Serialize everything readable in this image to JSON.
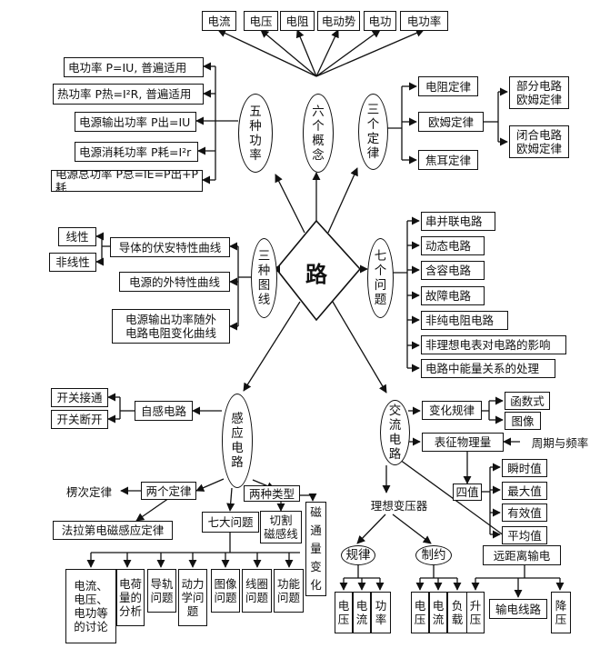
{
  "center": "路",
  "ovals": {
    "wuzhong": "五\n种\n功\n率",
    "liuge": "六\n个\n概\n念",
    "sange": "三\n个\n定\n律",
    "sanzhong": "三\n种\n图\n线",
    "qige": "七\n个\n问\n题",
    "ganying": "感\n应\n电\n路",
    "jiaoliu": "交\n流\n电\n路"
  },
  "concepts": [
    "电流",
    "电压",
    "电阻",
    "电动势",
    "电功",
    "电功率"
  ],
  "powers": [
    "电功率 P=IU, 普遍适用",
    "热功率 P热=I²R, 普遍适用",
    "电源输出功率 P出=IU",
    "电源消耗功率 P耗=I²r",
    "电源总功率 P总=IE=P出+P耗"
  ],
  "laws": [
    "电阻定律",
    "欧姆定律",
    "焦耳定律"
  ],
  "ohm_sub": [
    "部分电路\n欧姆定律",
    "闭合电路\n欧姆定律"
  ],
  "graphs": {
    "fuan": "导体的伏安特性曲线",
    "xianxing": "线性",
    "feixianxing": "非线性",
    "dianyuan": "电源的外特性曲线",
    "shuchu": "电源输出功率随外\n电路电阻变化曲线"
  },
  "problems": [
    "串并联电路",
    "动态电路",
    "含容电路",
    "故障电路",
    "非纯电阻电路",
    "非理想电表对电路的影响",
    "电路中能量关系的处理"
  ],
  "induction": {
    "zigan": "自感电路",
    "kaiguan_jietong": "开关接通",
    "kaiguan_duankai": "开关断开",
    "liangge": "两个定律",
    "lenci": "楞次定律",
    "falading": "法拉第电磁感应定律",
    "qida": "七大问题",
    "liangzhong": "两种类型",
    "qiege": "切割\n磁感线",
    "citong": "磁\n通\n量\n变\n化",
    "items": [
      "电流、\n电压、\n电功等\n的讨论",
      "电荷\n量的\n分析",
      "导轨\n问题",
      "动力\n学问\n题",
      "图像\n问题",
      "线圈\n问题",
      "功能\n问题"
    ]
  },
  "ac": {
    "bianhua": "变化规律",
    "hanshu": "函数式",
    "tuxiang": "图像",
    "biaozheng": "表征物理量",
    "zhouqi": "周期与频率",
    "sizhi": "四值",
    "values": [
      "瞬时值",
      "最大值",
      "有效值",
      "平均值"
    ],
    "bianyaqi": "理想变压器",
    "guilv": "规律",
    "zhiyue": "制约",
    "guilv_items": [
      "电\n压",
      "电\n流",
      "功\n率"
    ],
    "zhiyue_items": [
      "电\n压",
      "电\n流",
      "负\n载"
    ],
    "yuanju": "远距离输电",
    "sheng": "升\n压",
    "xianlu": "输电线路",
    "jiang": "降\n压"
  }
}
